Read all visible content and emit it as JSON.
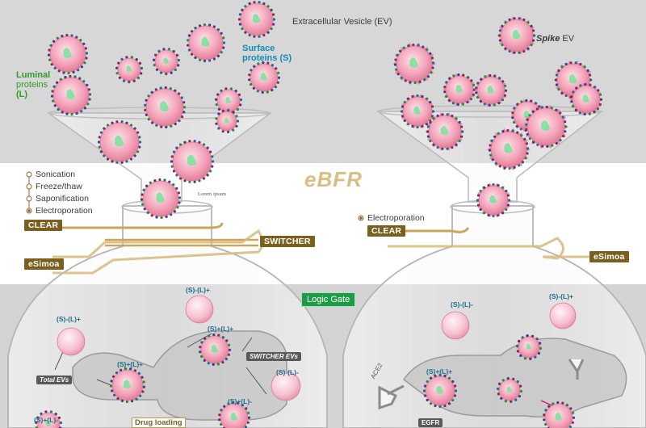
{
  "top_labels": {
    "ev_label": "Extracellular Vesicle (EV)",
    "spike_italic": "Spike",
    "spike_rest": " EV",
    "surface_line1": "Surface",
    "surface_line2": "proteins (S)",
    "luminal_line1": "Luminal",
    "luminal_line2": "proteins",
    "luminal_line3": "(L)"
  },
  "middle": {
    "title": "eBFR",
    "lorem": "Lorem ipsum",
    "left_methods": [
      "Sonication",
      "Freeze/thaw",
      "Saponification",
      "Electroporation"
    ],
    "right_methods": [
      "Electroporation"
    ],
    "clear_left": "CLEAR",
    "clear_right": "CLEAR",
    "switcher": "SWITCHER",
    "esimoa_left": "eSimoa",
    "esimoa_right": "eSimoa"
  },
  "bottom": {
    "logic_gate": "Logic Gate",
    "total_evs": "Total EVs",
    "switcher_evs": "SWITCHER EVs",
    "drug_loading": "Drug loading",
    "egfr": "EGFR",
    "ace2": "ACE2",
    "sl_labels": [
      "(S)-(L)+",
      "(S)-(L)+",
      "(S)+(L)+",
      "(S)+(L)+",
      "(S)-(L)-",
      "(S)+(L)-",
      "(S)+(L)-",
      "(S)-(L)-",
      "(S)-(L)+",
      "(S)+(L)+"
    ]
  },
  "colors": {
    "band_gray": "#d6d6d6",
    "gold": "#b8964d",
    "gold_dark": "#7a5f1f",
    "ev_pink": "#f4a9be",
    "luminal_green": "#7be39a",
    "logic_green": "#1f9a46",
    "surface_teal": "#0d8fb5"
  }
}
